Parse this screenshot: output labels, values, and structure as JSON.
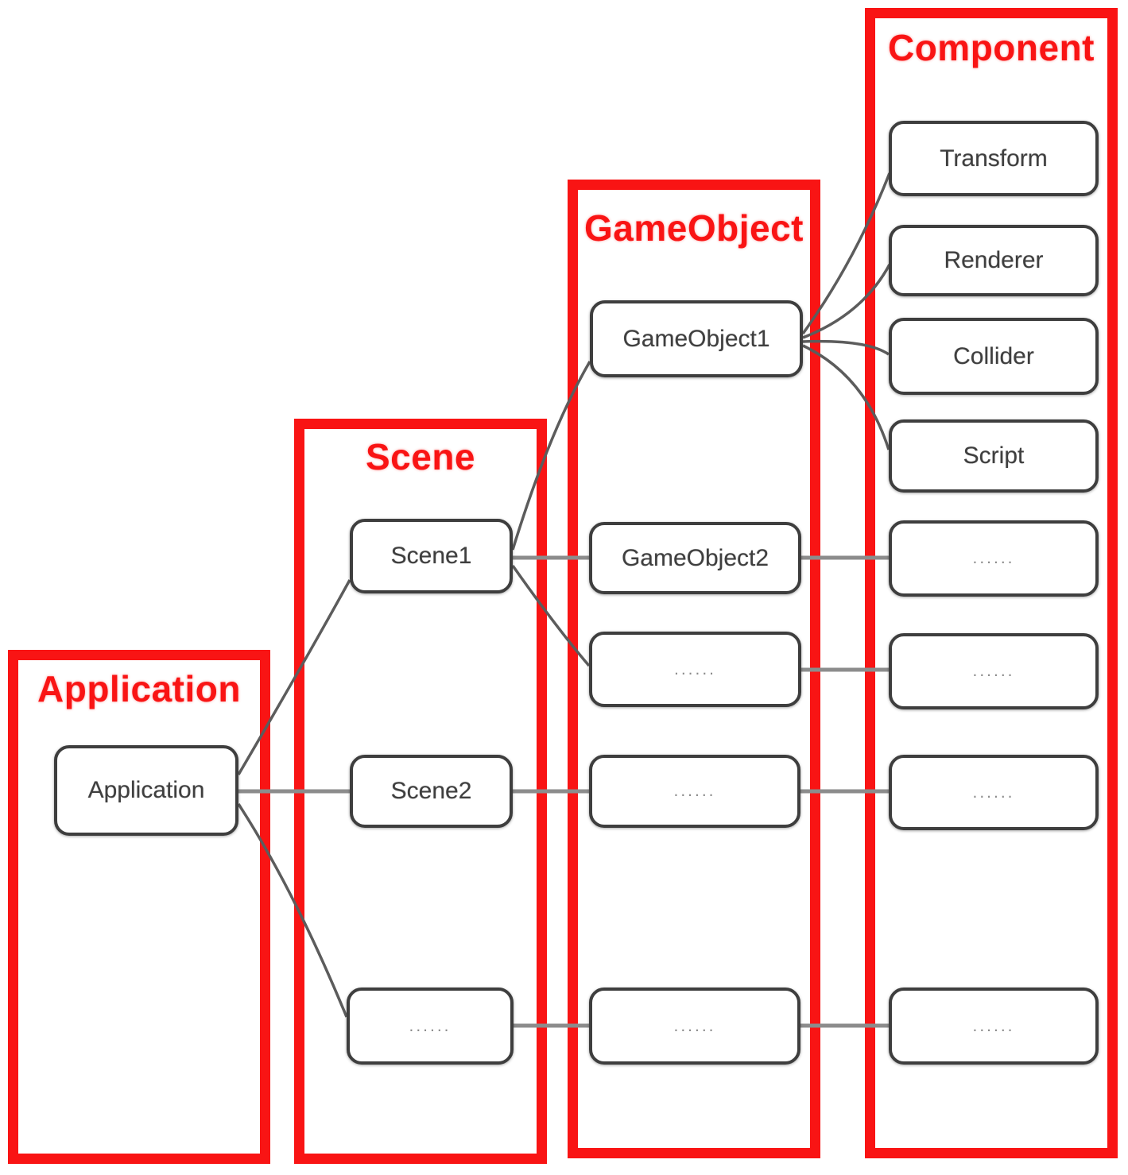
{
  "diagram": {
    "title_note": "Unity application hierarchy diagram",
    "colors": {
      "accent_red": "#f91414",
      "box_border": "#3e3e3e",
      "connector_gray": "#8c8c8c",
      "connector_dark": "#5c5c5c",
      "label_text": "#3f3f3f",
      "dots_text": "#8a8a8a",
      "background": "#ffffff"
    },
    "columns": [
      {
        "id": "application",
        "title": "Application"
      },
      {
        "id": "scene",
        "title": "Scene"
      },
      {
        "id": "gameobject",
        "title": "GameObject"
      },
      {
        "id": "component",
        "title": "Component"
      }
    ],
    "nodes": [
      {
        "id": "app",
        "column": "application",
        "label": "Application"
      },
      {
        "id": "scene1",
        "column": "scene",
        "label": "Scene1"
      },
      {
        "id": "scene2",
        "column": "scene",
        "label": "Scene2"
      },
      {
        "id": "scene3",
        "column": "scene",
        "label": "......"
      },
      {
        "id": "go1",
        "column": "gameobject",
        "label": "GameObject1"
      },
      {
        "id": "go2",
        "column": "gameobject",
        "label": "GameObject2"
      },
      {
        "id": "go3",
        "column": "gameobject",
        "label": "......"
      },
      {
        "id": "go4",
        "column": "gameobject",
        "label": "......"
      },
      {
        "id": "go5",
        "column": "gameobject",
        "label": "......"
      },
      {
        "id": "transform",
        "column": "component",
        "label": "Transform"
      },
      {
        "id": "renderer",
        "column": "component",
        "label": "Renderer"
      },
      {
        "id": "collider",
        "column": "component",
        "label": "Collider"
      },
      {
        "id": "script",
        "column": "component",
        "label": "Script"
      },
      {
        "id": "comp5",
        "column": "component",
        "label": "......"
      },
      {
        "id": "comp6",
        "column": "component",
        "label": "......"
      },
      {
        "id": "comp7",
        "column": "component",
        "label": "......"
      },
      {
        "id": "comp8",
        "column": "component",
        "label": "......"
      }
    ],
    "edges": [
      {
        "from": "app",
        "to": "scene1"
      },
      {
        "from": "app",
        "to": "scene2"
      },
      {
        "from": "app",
        "to": "scene3"
      },
      {
        "from": "scene1",
        "to": "go1"
      },
      {
        "from": "scene1",
        "to": "go2"
      },
      {
        "from": "scene1",
        "to": "go3"
      },
      {
        "from": "scene2",
        "to": "go4"
      },
      {
        "from": "scene3",
        "to": "go5"
      },
      {
        "from": "go1",
        "to": "transform"
      },
      {
        "from": "go1",
        "to": "renderer"
      },
      {
        "from": "go1",
        "to": "collider"
      },
      {
        "from": "go1",
        "to": "script"
      },
      {
        "from": "go2",
        "to": "comp5"
      },
      {
        "from": "go3",
        "to": "comp6"
      },
      {
        "from": "go4",
        "to": "comp7"
      },
      {
        "from": "go5",
        "to": "comp8"
      }
    ]
  }
}
